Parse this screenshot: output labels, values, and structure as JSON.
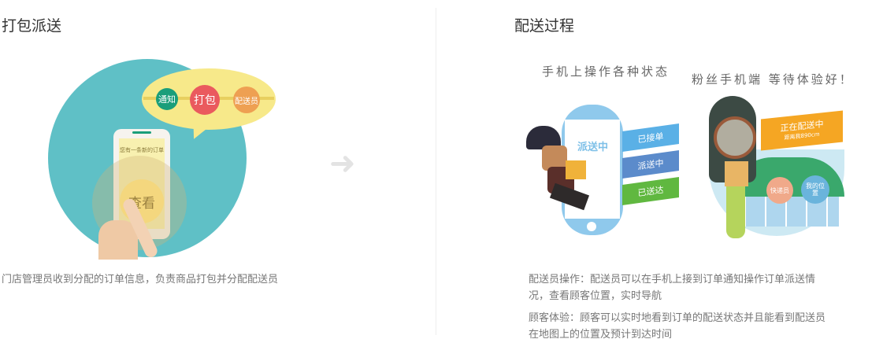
{
  "left": {
    "title": "打包派送",
    "bubble": {
      "notify": "通知",
      "pack": "打包",
      "courier": "配送员"
    },
    "phone_message": "您有一条新的订单",
    "phone_button": "查看",
    "description": "门店管理员收到分配的订单信息，负责商品打包并分配配送员"
  },
  "arrow_icon": "right-arrow-icon",
  "right": {
    "title": "配送过程",
    "courier_caption": "手机上操作各种状态",
    "phone_status": "派送中",
    "statuses": [
      "已接单",
      "派送中",
      "已送达"
    ],
    "customer_caption": "粉丝手机端 等待体验好！",
    "delivery_banner": "正在配送中",
    "distance": "距离我890cm",
    "pin_courier": "快递员",
    "pin_me": "我的位置",
    "paragraphs": [
      "配送员操作：配送员可以在手机上接到订单通知操作订单派送情况，查看顾客位置，实时导航",
      "顾客体验：顾客可以实时地看到订单的配送状态并且能看到配送员在地图上的位置及预计到达时间"
    ]
  },
  "colors": {
    "teal": "#5fc0c6",
    "yellow": "#f7e98a",
    "green": "#1a9e7a",
    "red": "#ea5a5e",
    "orange": "#eea052",
    "blue": "#5ab0e6",
    "darkblue": "#5b8bcb",
    "lime": "#60b840",
    "amber": "#f5a623"
  }
}
